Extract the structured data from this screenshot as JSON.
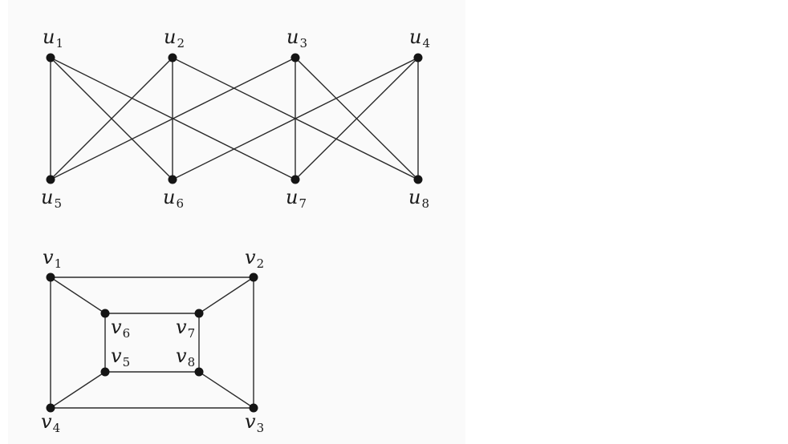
{
  "graphs": [
    {
      "vertices": [
        {
          "id": "u1",
          "letter": "u",
          "index": "1"
        },
        {
          "id": "u2",
          "letter": "u",
          "index": "2"
        },
        {
          "id": "u3",
          "letter": "u",
          "index": "3"
        },
        {
          "id": "u4",
          "letter": "u",
          "index": "4"
        },
        {
          "id": "u5",
          "letter": "u",
          "index": "5"
        },
        {
          "id": "u6",
          "letter": "u",
          "index": "6"
        },
        {
          "id": "u7",
          "letter": "u",
          "index": "7"
        },
        {
          "id": "u8",
          "letter": "u",
          "index": "8"
        }
      ],
      "edges": [
        [
          "u1",
          "u5"
        ],
        [
          "u1",
          "u6"
        ],
        [
          "u1",
          "u7"
        ],
        [
          "u2",
          "u5"
        ],
        [
          "u2",
          "u6"
        ],
        [
          "u2",
          "u8"
        ],
        [
          "u3",
          "u5"
        ],
        [
          "u3",
          "u7"
        ],
        [
          "u3",
          "u8"
        ],
        [
          "u4",
          "u6"
        ],
        [
          "u4",
          "u7"
        ],
        [
          "u4",
          "u8"
        ]
      ]
    },
    {
      "vertices": [
        {
          "id": "v1",
          "letter": "v",
          "index": "1"
        },
        {
          "id": "v2",
          "letter": "v",
          "index": "2"
        },
        {
          "id": "v3",
          "letter": "v",
          "index": "3"
        },
        {
          "id": "v4",
          "letter": "v",
          "index": "4"
        },
        {
          "id": "v5",
          "letter": "v",
          "index": "5"
        },
        {
          "id": "v6",
          "letter": "v",
          "index": "6"
        },
        {
          "id": "v7",
          "letter": "v",
          "index": "7"
        },
        {
          "id": "v8",
          "letter": "v",
          "index": "8"
        }
      ],
      "edges": [
        [
          "v1",
          "v2"
        ],
        [
          "v2",
          "v3"
        ],
        [
          "v3",
          "v4"
        ],
        [
          "v4",
          "v1"
        ],
        [
          "v6",
          "v7"
        ],
        [
          "v7",
          "v8"
        ],
        [
          "v8",
          "v5"
        ],
        [
          "v5",
          "v6"
        ],
        [
          "v1",
          "v6"
        ],
        [
          "v2",
          "v7"
        ],
        [
          "v3",
          "v8"
        ],
        [
          "v4",
          "v5"
        ]
      ]
    }
  ]
}
